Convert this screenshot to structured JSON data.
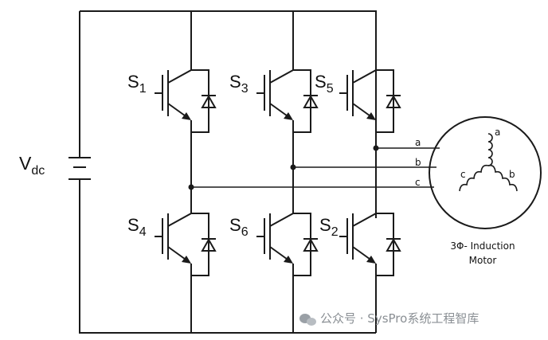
{
  "source_label": {
    "main": "V",
    "sub": "dc"
  },
  "switches": {
    "s1": {
      "main": "S",
      "sub": "1"
    },
    "s3": {
      "main": "S",
      "sub": "3"
    },
    "s5": {
      "main": "S",
      "sub": "5"
    },
    "s4": {
      "main": "S",
      "sub": "4"
    },
    "s6": {
      "main": "S",
      "sub": "6"
    },
    "s2": {
      "main": "S",
      "sub": "2"
    }
  },
  "phase_lines": {
    "a": "a",
    "b": "b",
    "c": "c"
  },
  "motor": {
    "winding_a": "a",
    "winding_b": "b",
    "winding_c": "c",
    "caption_line1": "3Φ- Induction",
    "caption_line2": "Motor"
  },
  "watermark": "公众号 · SysPro系统工程智库"
}
